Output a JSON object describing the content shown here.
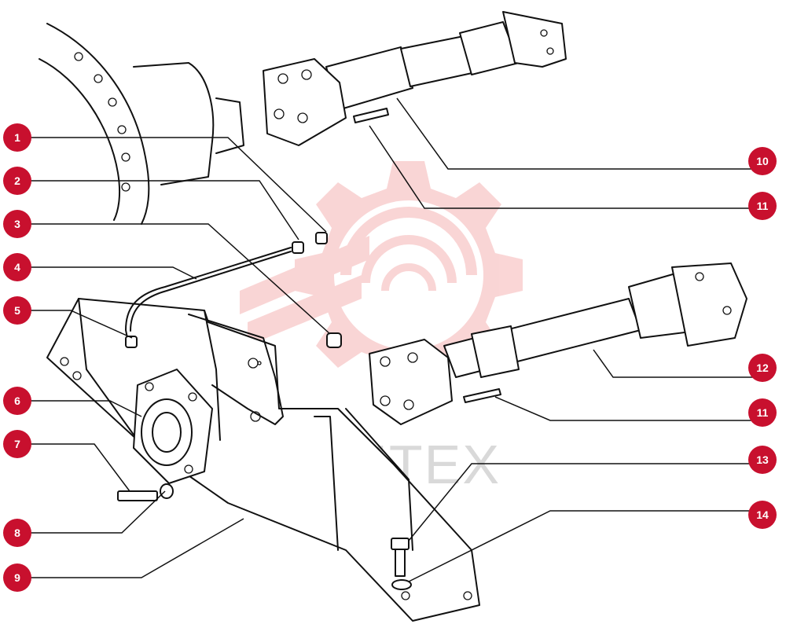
{
  "diagram": {
    "watermark": {
      "text": "ИНТЕХ",
      "color": "#f2b8b8"
    },
    "badge_color": "#c8102e",
    "callouts": [
      {
        "id": "c1",
        "label": "1"
      },
      {
        "id": "c2",
        "label": "2"
      },
      {
        "id": "c3",
        "label": "3"
      },
      {
        "id": "c4",
        "label": "4"
      },
      {
        "id": "c5",
        "label": "5"
      },
      {
        "id": "c6",
        "label": "6"
      },
      {
        "id": "c7",
        "label": "7"
      },
      {
        "id": "c8",
        "label": "8"
      },
      {
        "id": "c9",
        "label": "9"
      },
      {
        "id": "c10",
        "label": "10"
      },
      {
        "id": "c11a",
        "label": "11"
      },
      {
        "id": "c12",
        "label": "12"
      },
      {
        "id": "c11b",
        "label": "11"
      },
      {
        "id": "c13",
        "label": "13"
      },
      {
        "id": "c14",
        "label": "14"
      }
    ]
  }
}
